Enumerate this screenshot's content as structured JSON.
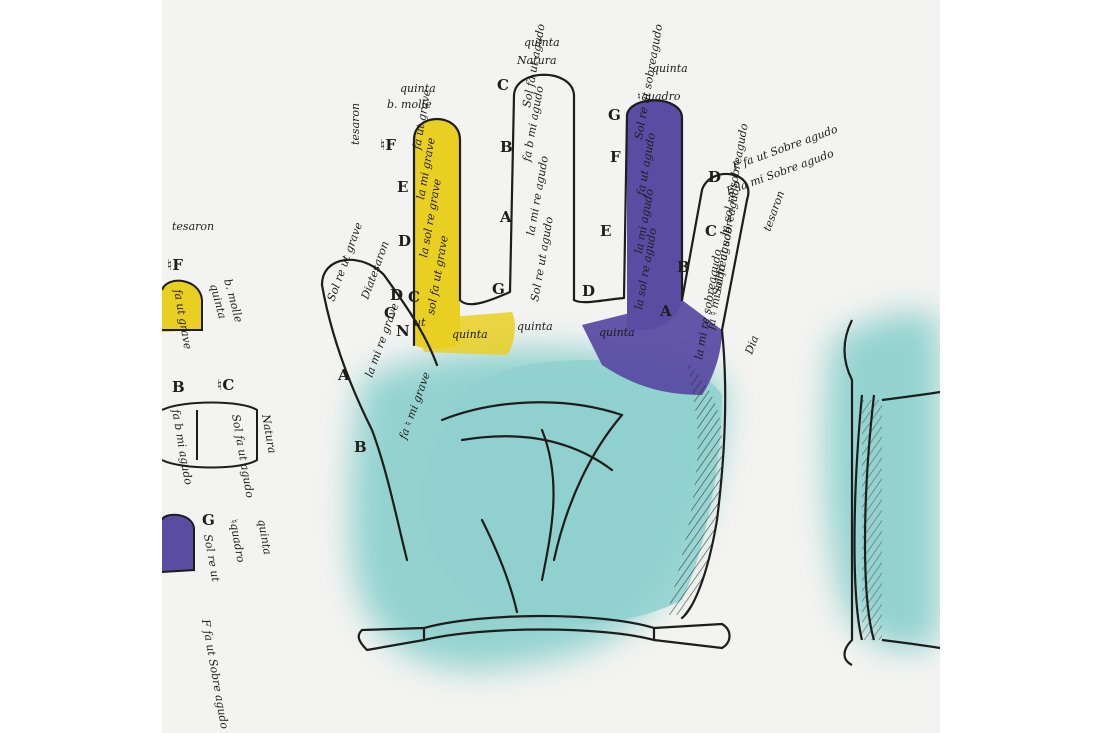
{
  "colors": {
    "yellow": "#e9cf22",
    "purple": "#5b4ca3",
    "teal": "#8fd1cf",
    "ink": "#1d1d1b",
    "paper": "#f3f3f1"
  },
  "top": {
    "quinta_c": "quinta",
    "natura": "Natura",
    "quinta_right": "quinta",
    "bquadro": "♮quadro",
    "quinta_left": "quinta",
    "bmolle": "b. molle",
    "tesaron": "tesaron"
  },
  "thumb": {
    "d_letter": "D",
    "solre_grave": "Sol re ut grave",
    "diatesaron": "Diatesaron",
    "a_letter": "A",
    "lamire_grave": "la mi re grave",
    "b_letter": "B",
    "fabmi_grave": "fa ♮ mi grave",
    "c_letter": "C",
    "n_letter": "N",
    "ut_label": "ut"
  },
  "index_finger": {
    "f_letter": "♮F",
    "faut_grave": "fa ut grave",
    "e_letter": "E",
    "lami_grave": "la mi grave",
    "d_letter": "D",
    "lasolre_grave": "la sol re grave",
    "c_letter": "C",
    "solfaut_grave": "sol fa ut grave",
    "quinta": "quinta"
  },
  "middle_finger": {
    "c_letter": "C",
    "solfaut_agudo": "Sol fa ut agudo",
    "b_letter": "B",
    "fabmi_agudo": "fa b mi agudo",
    "a_letter": "A",
    "lamire_agudo": "la mi re agudo",
    "g_letter": "G",
    "solreut_agudo": "Sol re ut agudo",
    "quinta": "quinta"
  },
  "ring_finger": {
    "g_letter": "G",
    "solreut_sobreagudo": "Sol re ut sobreagudo",
    "f_letter": "F",
    "faut_agudo": "fa ut agudo",
    "e_letter": "E",
    "lami_agudo": "la mi agudo",
    "d_letter": "D",
    "lasolre_agudo": "la sol re agudo",
    "quinta": "quinta"
  },
  "little_finger": {
    "faut_sobreagudo": "F fa ut Sobre agudo",
    "elami_sobreagudo": "E la mi Sobre agudo",
    "d_letter": "D",
    "lasolre_sobreagudo": "la sol re sobreagudo",
    "c_letter": "C",
    "solfa_sobreagudo": "Sol fa ut sobreagudo",
    "b_letter": "B",
    "fabmi_sobreagudo": "fa ♮ mi sobreagudo",
    "a_letter": "A",
    "lamire_sobreagudo": "la mi re sobreagudo",
    "tesaron": "tesaron",
    "dia": "Dia"
  },
  "left_panel": {
    "tesaron": "tesaron",
    "f_letter": "♮F",
    "quinta": "quinta",
    "bmolle": "b. molle",
    "faut_grave": "fa ut grave",
    "c_letter": "♮C",
    "b_letter": "B",
    "natura": "Natura",
    "solfaut_agudo": "Sol fa ut agudo",
    "fabmi_agudo": "fa b mi agudo",
    "g_letter": "G",
    "bquadro": "♮quadro",
    "quinta2": "quinta",
    "solreut": "Sol re ut",
    "faut_sobre": "F fa ut Sobre agudo"
  }
}
